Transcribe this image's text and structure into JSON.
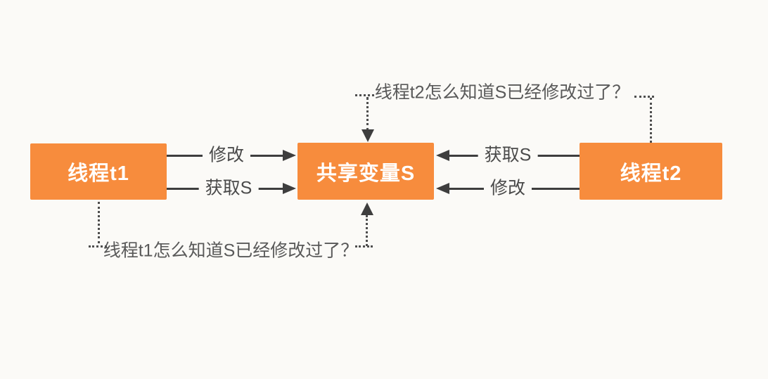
{
  "nodes": {
    "thread_t1": "线程t1",
    "shared_variable": "共享变量S",
    "thread_t2": "线程t2"
  },
  "edges": {
    "t1_to_s_top": "修改",
    "t1_to_s_bottom": "获取S",
    "t2_to_s_top": "获取S",
    "t2_to_s_bottom": "修改"
  },
  "annotations": {
    "top": "线程t2怎么知道S已经修改过了？",
    "bottom": "线程t1怎么知道S已经修改过了？"
  },
  "colors": {
    "background": "#fbfaf7",
    "node_fill": "#f78c3d",
    "node_text": "#ffffff",
    "arrow": "#3e3e3e",
    "edge_label": "#4a4a4a",
    "annotation_text": "#595959"
  }
}
